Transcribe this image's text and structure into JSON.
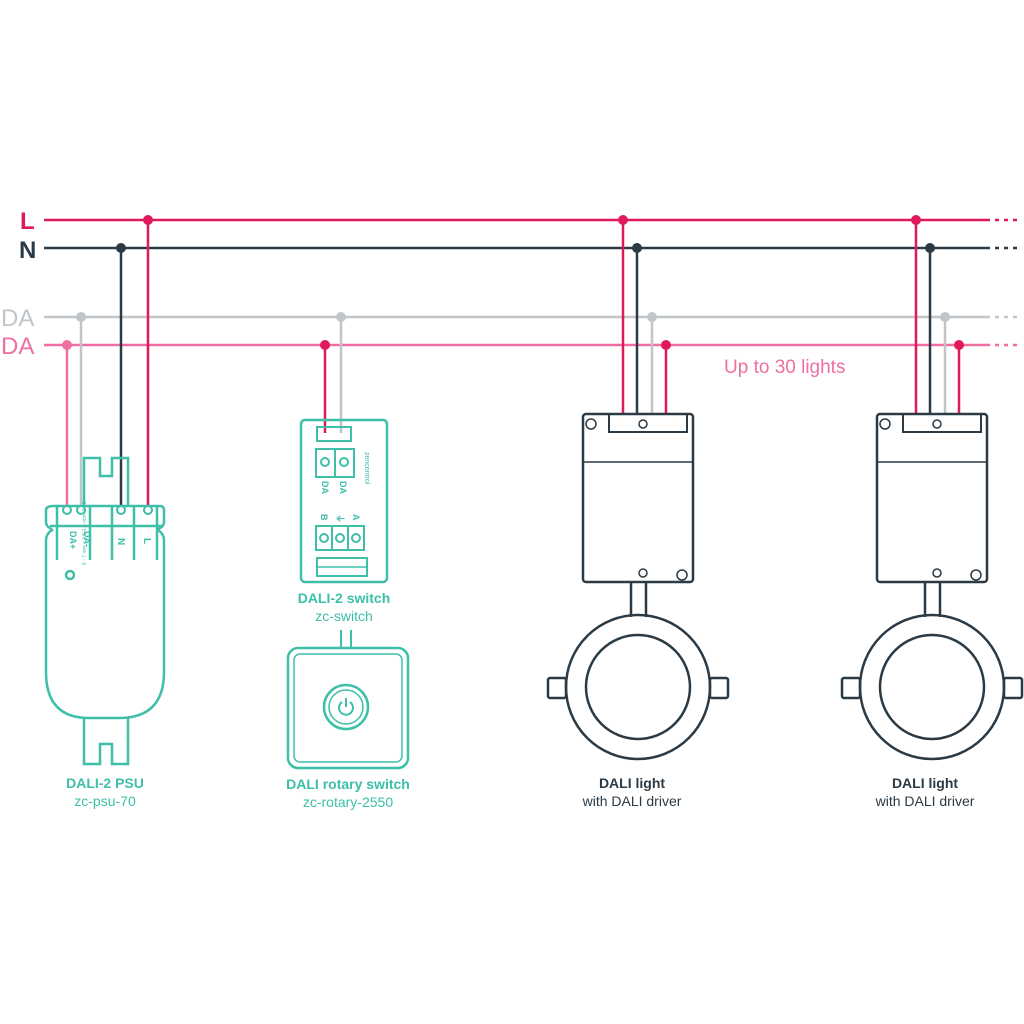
{
  "colors": {
    "live": "#e0195a",
    "neutral": "#2b3a44",
    "da_grey": "#bfc5c9",
    "da_pink": "#ef6fa3",
    "teal": "#3dbfa8",
    "dark": "#2b3a44",
    "note": "#ef6fa3"
  },
  "bus": {
    "l_label": "L",
    "n_label": "N",
    "da1_label": "DA",
    "da2_label": "DA"
  },
  "note": {
    "text": "Up to 30 lights"
  },
  "psu": {
    "name": "DALI-2 PSU",
    "model": "zc-psu-70",
    "terminals": [
      "DA+",
      "DA-",
      "N",
      "L"
    ],
    "fine_print": "6 - 7 mm   ≤ 0.5-1.5 mm²   3 - 5"
  },
  "switch_module": {
    "name": "DALI-2 switch",
    "model": "zc-switch",
    "brand": "zencontrol",
    "da_labels": [
      "DA",
      "DA"
    ],
    "input_labels": [
      "B",
      "⏚",
      "A"
    ]
  },
  "rotary": {
    "name": "DALI rotary switch",
    "model": "zc-rotary-2550"
  },
  "lights": [
    {
      "name": "DALI light",
      "subtitle": "with DALI driver"
    },
    {
      "name": "DALI light",
      "subtitle": "with DALI driver"
    }
  ]
}
